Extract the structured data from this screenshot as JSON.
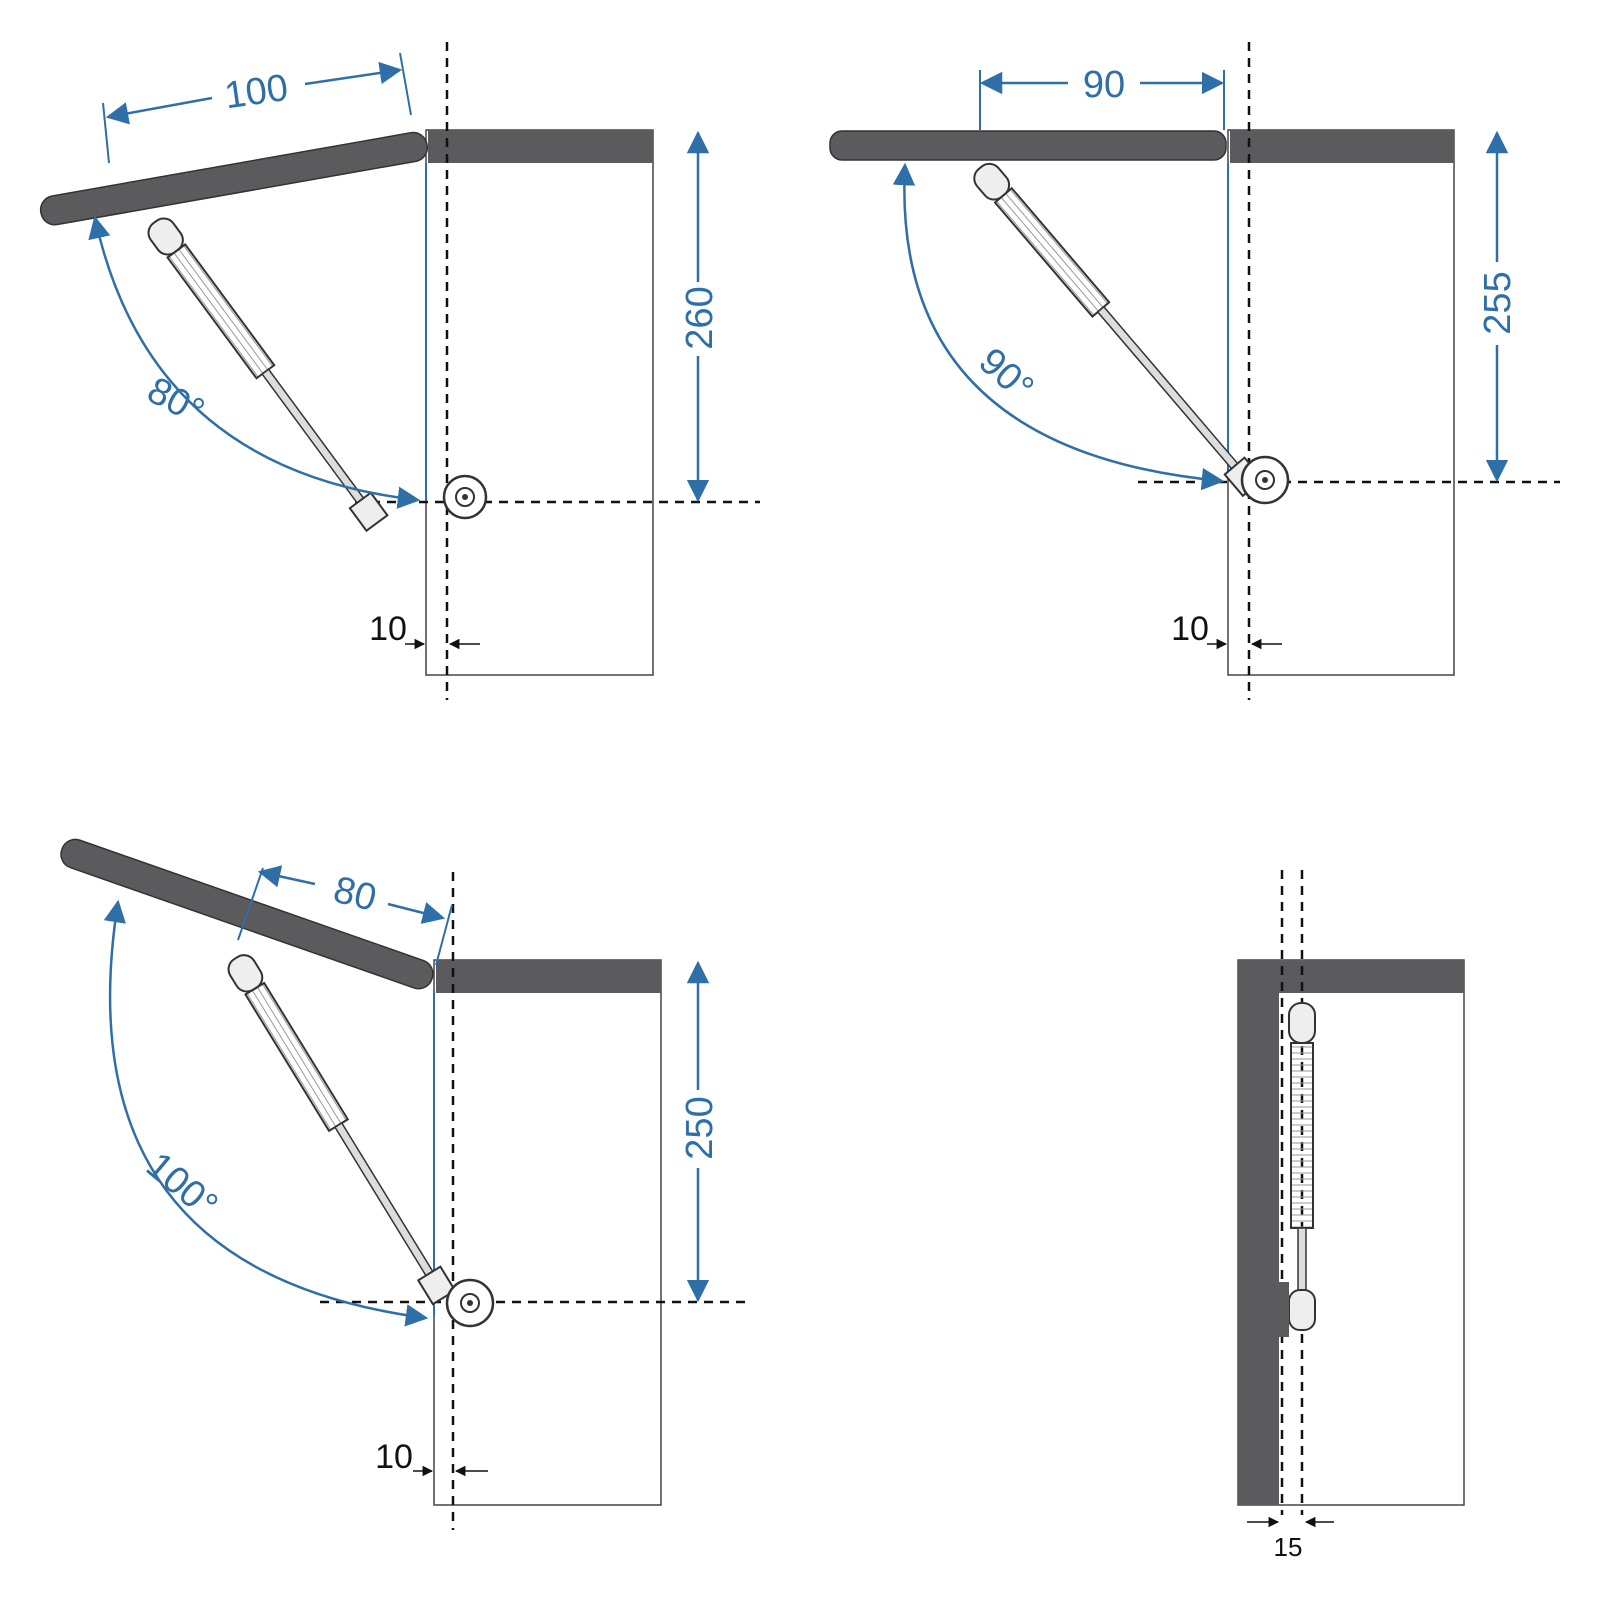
{
  "colors": {
    "dimension_blue": "#2f6fa8",
    "panel_gray": "#5b5b5d",
    "outline": "#333333"
  },
  "panels": [
    {
      "id": "top-left",
      "opening_angle_label": "80°",
      "offset_label": "100",
      "height_label": "260",
      "gap_label": "10"
    },
    {
      "id": "top-right",
      "opening_angle_label": "90°",
      "offset_label": "90",
      "height_label": "255",
      "gap_label": "10"
    },
    {
      "id": "bottom-left",
      "opening_angle_label": "100°",
      "offset_label": "80",
      "height_label": "250",
      "gap_label": "10"
    },
    {
      "id": "bottom-right",
      "closed_gap_label": "15"
    }
  ]
}
